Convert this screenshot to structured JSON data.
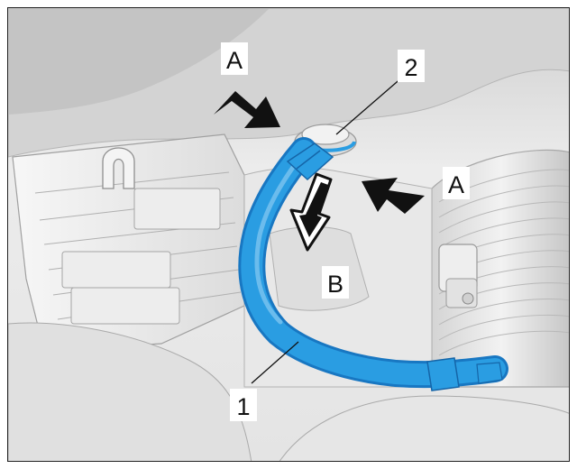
{
  "diagram": {
    "callouts": {
      "hose": "1",
      "fitting": "2",
      "arrow_left": "A",
      "arrow_right": "A",
      "arrow_down": "B"
    },
    "colors": {
      "hose": "#2a9de2",
      "hose_shade": "#1877c2",
      "arrow": "#111111",
      "line_art": "#9a9a9a"
    }
  }
}
